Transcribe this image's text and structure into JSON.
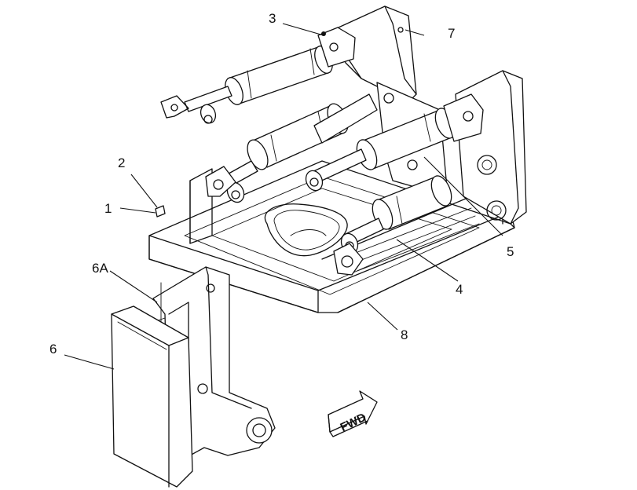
{
  "diagram": {
    "callouts": [
      {
        "id": "1",
        "label": "1"
      },
      {
        "id": "2",
        "label": "2"
      },
      {
        "id": "3",
        "label": "3"
      },
      {
        "id": "4",
        "label": "4"
      },
      {
        "id": "5",
        "label": "5"
      },
      {
        "id": "6",
        "label": "6"
      },
      {
        "id": "6a",
        "label": "6A"
      },
      {
        "id": "7",
        "label": "7"
      },
      {
        "id": "8",
        "label": "8"
      }
    ],
    "direction_arrow": {
      "label": "FWD"
    }
  }
}
